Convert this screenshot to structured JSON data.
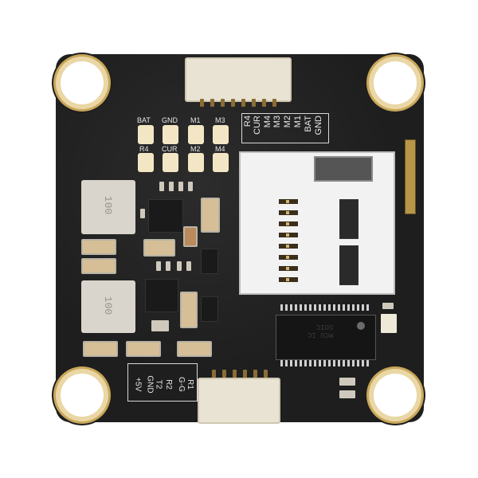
{
  "image": {
    "subject": "Flight controller PCB (top view)",
    "background_color": "#ffffff",
    "board_color": "#1e1e1e",
    "gold_color": "#c9a75a"
  },
  "pad_labels": {
    "top_row": [
      "BAT",
      "GND",
      "M1",
      "M3"
    ],
    "bottom_row": [
      "R4",
      "CUR",
      "M2",
      "M4"
    ]
  },
  "connector_top_labels": [
    "R4",
    "CUR",
    "M4",
    "M3",
    "M2",
    "M1",
    "BAT",
    "GND"
  ],
  "connector_bottom_labels": [
    "+5V",
    "GND",
    "T2",
    "R2",
    "G-G",
    "R1"
  ],
  "inductors": [
    {
      "label": "100"
    },
    {
      "label": "100"
    }
  ],
  "ic_marking": [
    "MCU IC",
    "SOIC"
  ]
}
